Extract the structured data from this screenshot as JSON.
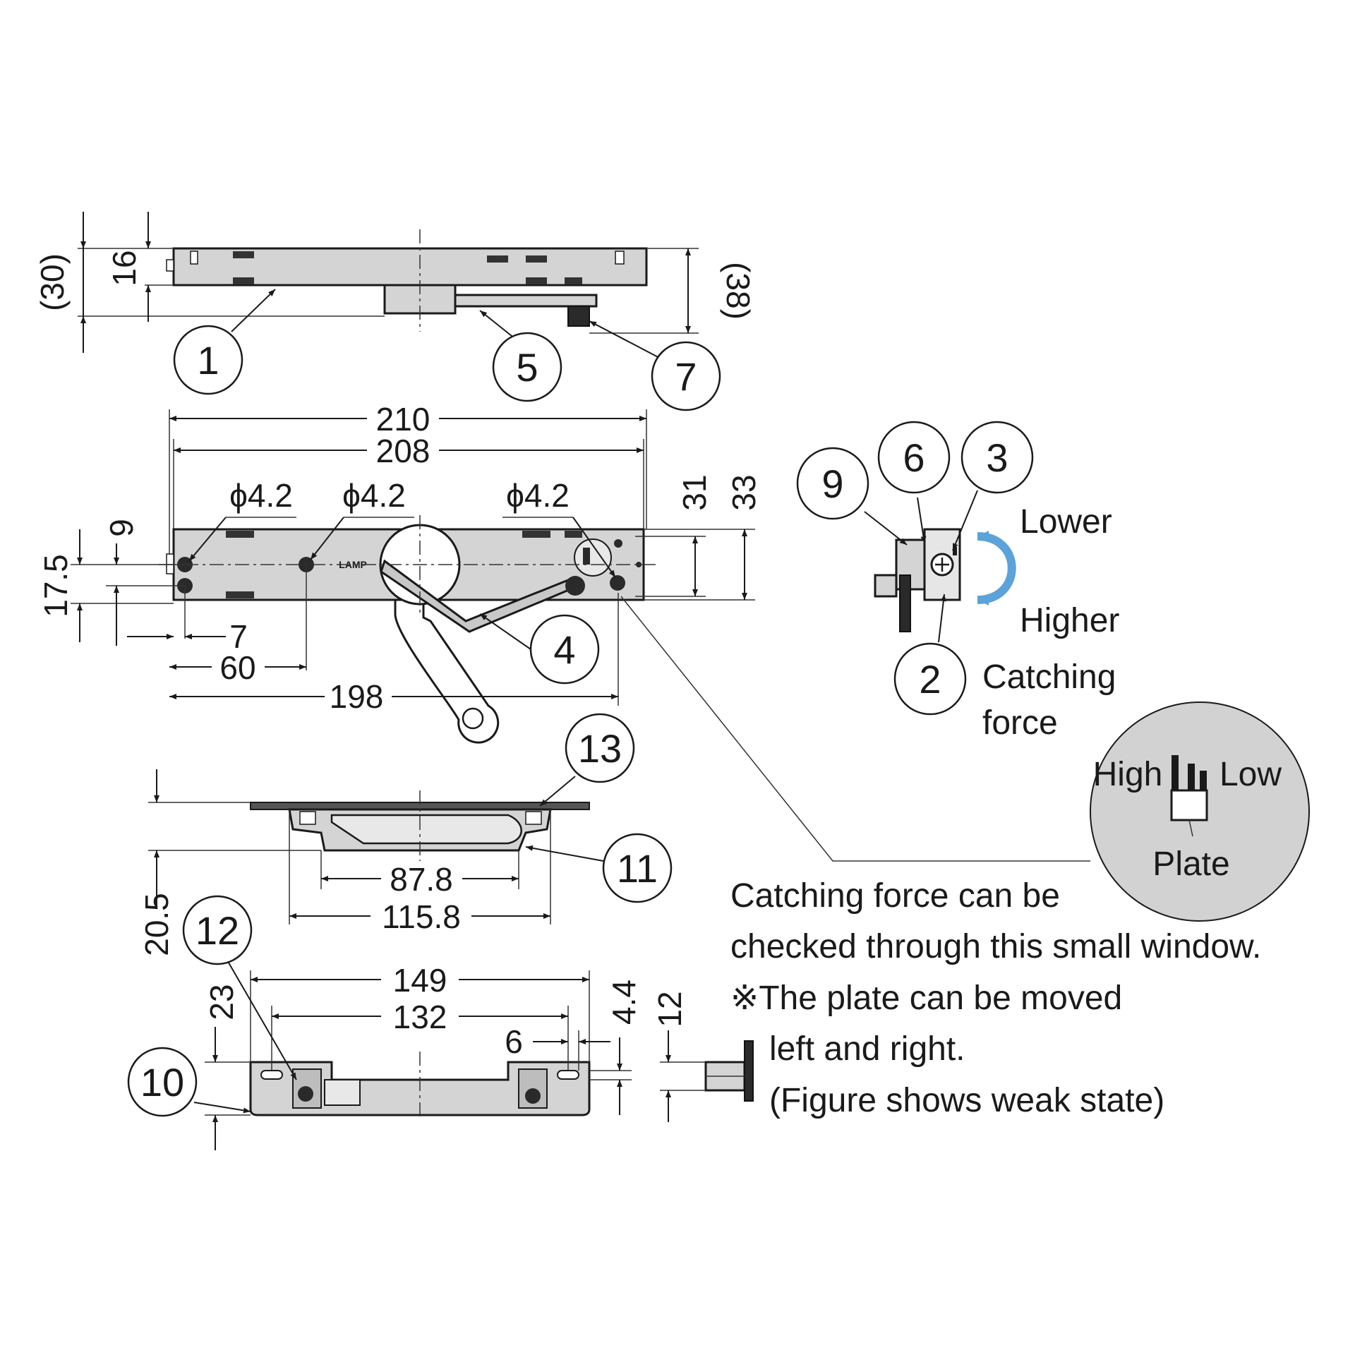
{
  "dimensions": {
    "side_overall_30": "(30)",
    "side_height_16": "16",
    "side_overall_38": "(38)",
    "length_210": "210",
    "length_208": "208",
    "hole_a": "ϕ4.2",
    "hole_b": "ϕ4.2",
    "hole_c": "ϕ4.2",
    "height_31": "31",
    "height_33": "33",
    "offset_9": "9",
    "offset_17_5": "17.5",
    "offset_7": "7",
    "pitch_60": "60",
    "pitch_198": "198",
    "span_87_8": "87.8",
    "span_115_8": "115.8",
    "height_20_5": "20.5",
    "span_149": "149",
    "span_132": "132",
    "width_6": "6",
    "height_23": "23",
    "height_4_4": "4.4",
    "height_12": "12"
  },
  "part_numbers": {
    "p1": "1",
    "p2": "2",
    "p3": "3",
    "p4": "4",
    "p5": "5",
    "p6": "6",
    "p7": "7",
    "p9": "9",
    "p10": "10",
    "p11": "11",
    "p12": "12",
    "p13": "13"
  },
  "adjustment": {
    "lower": "Lower",
    "higher": "Higher",
    "catching": "Catching",
    "force": "force",
    "arrow_color": "#5ba3d9"
  },
  "window_detail": {
    "high": "High",
    "low": "Low",
    "plate": "Plate"
  },
  "notes": {
    "line1": "Catching force can be",
    "line2": "checked through this small window.",
    "line3": "※The plate can be moved",
    "line4": "left and right.",
    "line5": "(Figure shows weak state)"
  }
}
